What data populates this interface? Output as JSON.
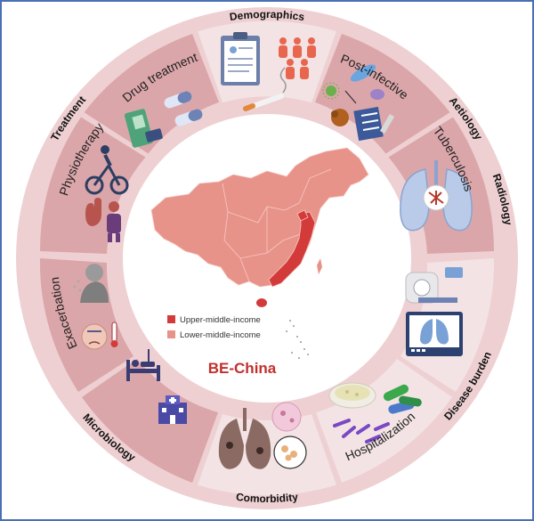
{
  "diagram": {
    "title": "BE-China",
    "categories": {
      "demographics": "Demographics",
      "aetiology": "Aetiology",
      "radiology": "Radiology",
      "microbiology": "Microbiology",
      "comorbidity": "Comorbidity",
      "disease_burden": "Disease burden",
      "treatment": "Treatment"
    },
    "segments": {
      "post_infective": "Post-infective",
      "tuberculosis": "Tuberculosis",
      "exacerbation": "Exacerbation",
      "hospitalization": "Hospitalization",
      "physiotherapy": "Physiotherapy",
      "drug_treatment": "Drug treatment"
    },
    "legend": [
      {
        "label": "Upper-middle-income",
        "color": "#d33a3a"
      },
      {
        "label": "Lower-middle-income",
        "color": "#e8938a"
      }
    ],
    "colors": {
      "ring": "#eed0d2",
      "segment_light": "#f3e3e4",
      "segment_dark": "#dba6aa",
      "title": "#c0302e",
      "map_light": "#e8938a",
      "map_dark": "#d33a3a"
    }
  }
}
